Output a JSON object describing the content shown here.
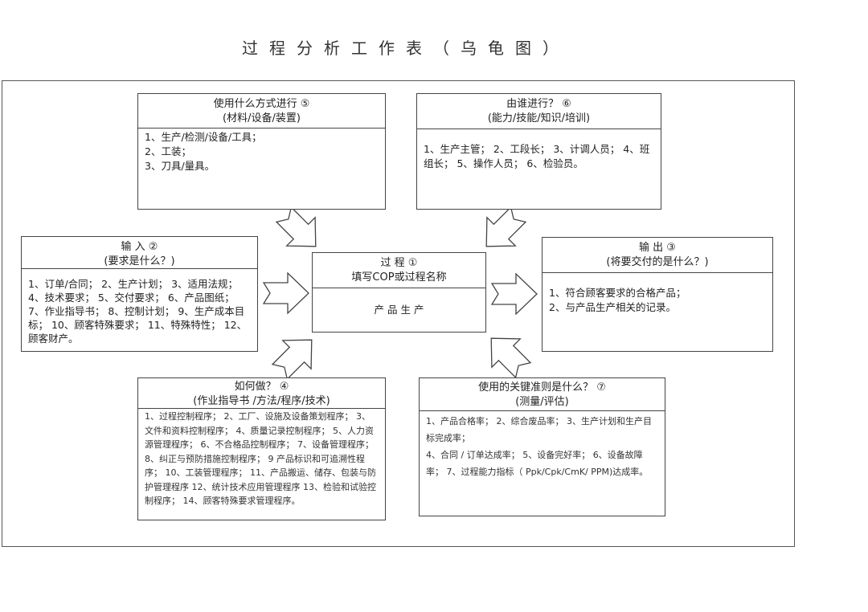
{
  "title": "过程分析工作表（乌龟图）",
  "process": {
    "head_line1": "过 程 ①",
    "head_line2": "填写COP或过程名称",
    "body": "产 品 生 产"
  },
  "input": {
    "head_line1": "输 入 ②",
    "head_line2": "(要求是什么？)",
    "body": "1、订单/合同； 2、生产计划； 3、适用法规； 4、技术要求； 5、交付要求； 6、产品图纸； 7、作业指导书； 8、控制计划； 9、生产成本目标； 10、顾客特殊要求； 11、特殊特性； 12、顾客财产。"
  },
  "output": {
    "head_line1": "输 出 ③",
    "head_line2": "(将要交付的是什么？)",
    "items": [
      "1、符合顾客要求的合格产品；",
      "2、与产品生产相关的记录。"
    ]
  },
  "how": {
    "head_line1": "如何做？ ④",
    "head_line2": "(作业指导书 /方法/程序/技术)",
    "body": "1、过程控制程序； 2、工厂、设施及设备策划程序； 3、文件和资料控制程序； 4、质量记录控制程序； 5、人力资源管理程序； 6、不合格品控制程序； 7、设备管理程序； 8、纠正与预防措施控制程序； 9 产品标识和可追溯性程序； 10、工装管理程序； 11、产品搬运、储存、包装与防护管理程序 12、统计技术应用管理程序 13、检验和试验控制程序； 14、顾客特殊要求管理程序。"
  },
  "means": {
    "head_line1": "使用什么方式进行 ⑤",
    "head_line2": "(材料/设备/装置)",
    "items": [
      "1、生产/检测/设备/工具；",
      "2、工装；",
      "3、刀具/量具。"
    ]
  },
  "who": {
    "head_line1": "由谁进行？ ⑥",
    "head_line2": "(能力/技能/知识/培训)",
    "body": "1、生产主管； 2、工段长； 3、计调人员； 4、班组长； 5、操作人员； 6、检验员。"
  },
  "criteria": {
    "head_line1": "使用的关键准则是什么？ ⑦",
    "head_line2": "(测量/评估)",
    "items": [
      "1、产品合格率； 2、综合废品率； 3、生产计划和生产目标完成率；",
      "4、合同 / 订单达成率； 5、设备完好率； 6、设备故障率； 7、过程能力指标（ Ppk/Cpk/CmK/ PPM)达成率。"
    ]
  }
}
